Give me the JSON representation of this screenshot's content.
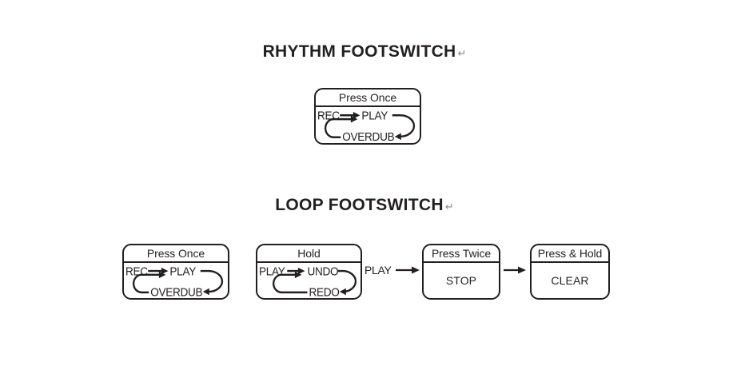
{
  "colors": {
    "ink": "#231f20",
    "muted": "#8a8a8a",
    "bg": "#ffffff"
  },
  "rhythm": {
    "title": "RHYTHM FOOTSWITCH",
    "return_mark": "↵",
    "box": {
      "header": "Press Once",
      "state_a": "REC",
      "state_b": "PLAY",
      "state_c": "OVERDUB"
    }
  },
  "loop": {
    "title": "LOOP FOOTSWITCH",
    "return_mark": "↵",
    "press_once_box": {
      "header": "Press Once",
      "state_a": "REC",
      "state_b": "PLAY",
      "state_c": "OVERDUB"
    },
    "hold_box": {
      "header": "Hold",
      "state_a": "PLAY",
      "state_b": "UNDO",
      "state_c": "REDO"
    },
    "transition_label": "PLAY",
    "press_twice_box": {
      "header": "Press Twice",
      "action": "STOP"
    },
    "press_hold_box": {
      "header": "Press & Hold",
      "action": "CLEAR"
    }
  }
}
